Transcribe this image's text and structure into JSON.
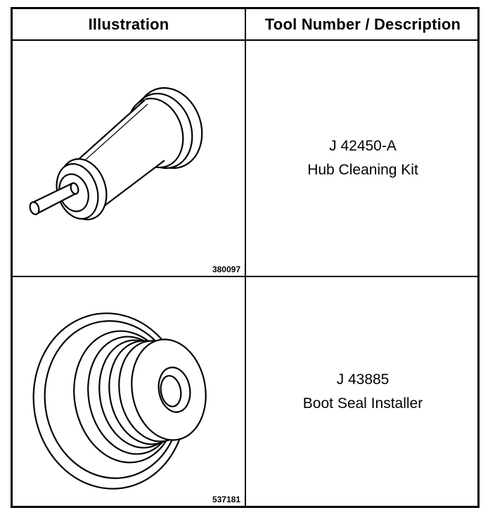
{
  "table": {
    "headers": {
      "illustration": "Illustration",
      "description": "Tool Number / Description"
    },
    "rows": [
      {
        "figure_number": "380097",
        "tool_number": "J 42450-A",
        "description": "Hub Cleaning Kit",
        "image": "hub-cleaning-kit-illustration"
      },
      {
        "figure_number": "537181",
        "tool_number": "J 43885",
        "description": "Boot Seal Installer",
        "image": "boot-seal-installer-illustration"
      }
    ]
  }
}
